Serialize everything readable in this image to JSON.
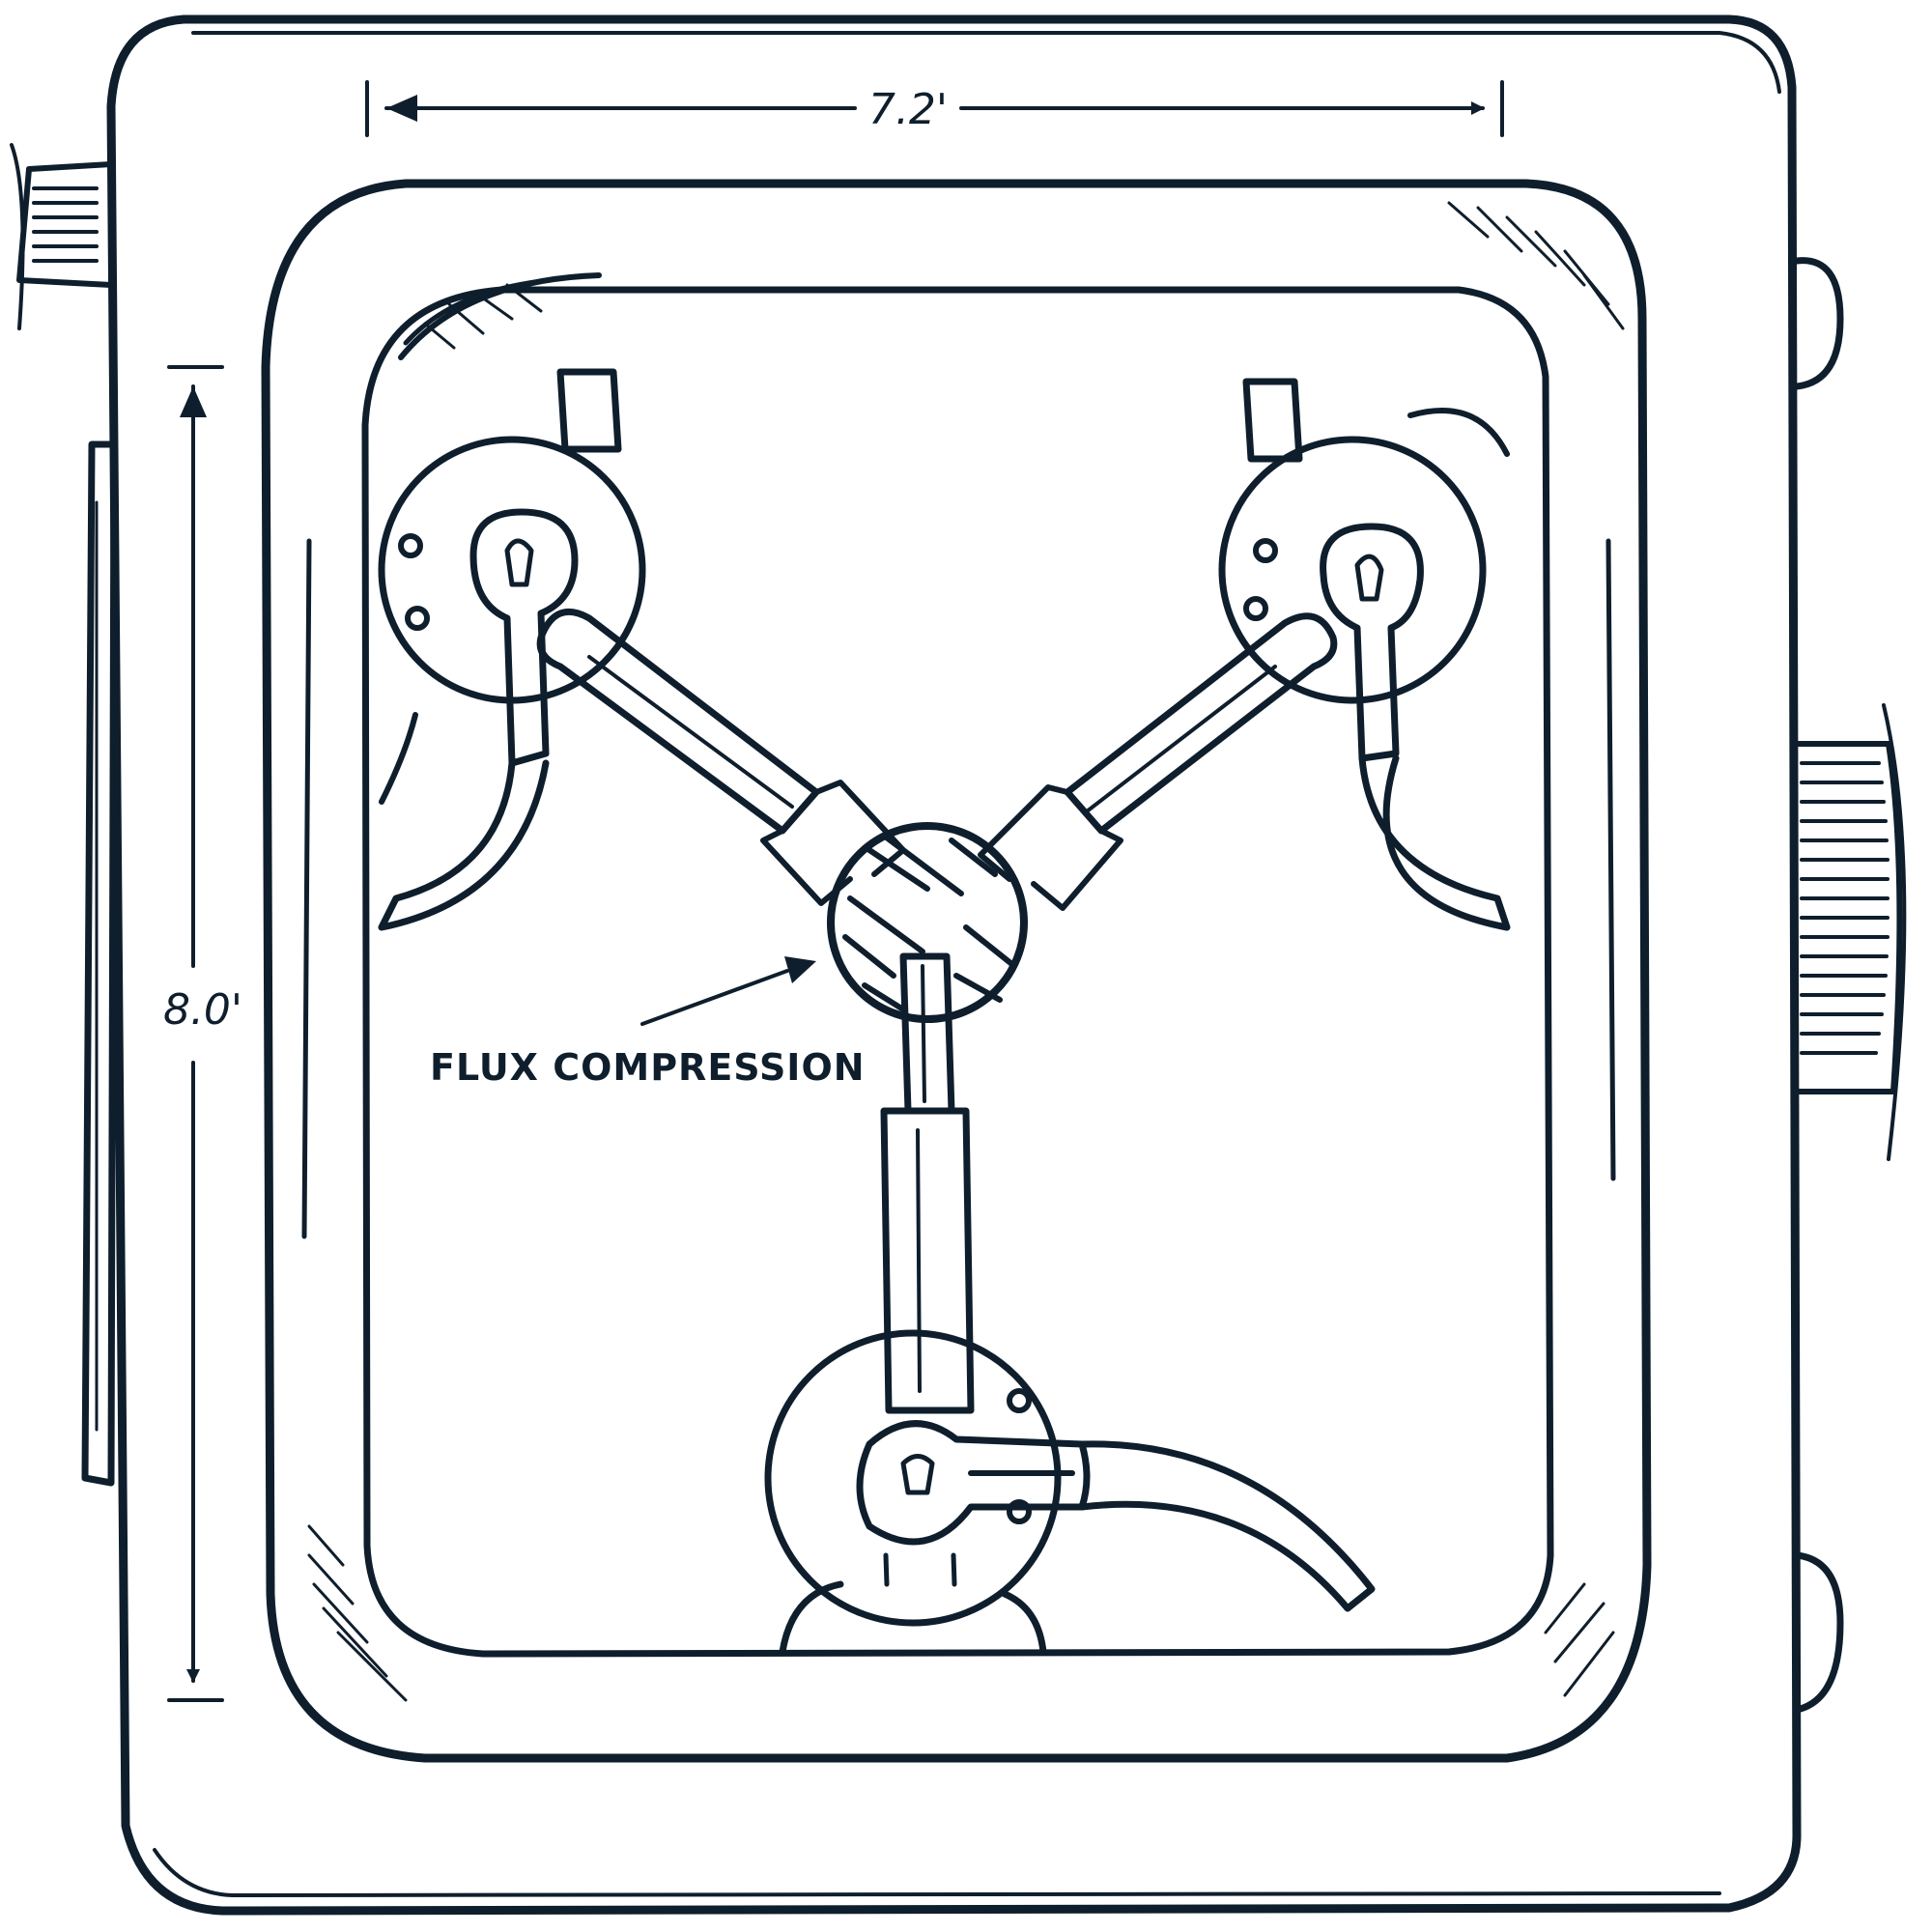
{
  "dimensions": {
    "width_label": "7.2'",
    "height_label": "8.0'"
  },
  "callout": {
    "label": "FLUX COMPRESSION"
  },
  "colors": {
    "ink": "#0f1e2c",
    "paper": "#ffffff"
  },
  "icons": {
    "arrow": "arrow-icon"
  }
}
